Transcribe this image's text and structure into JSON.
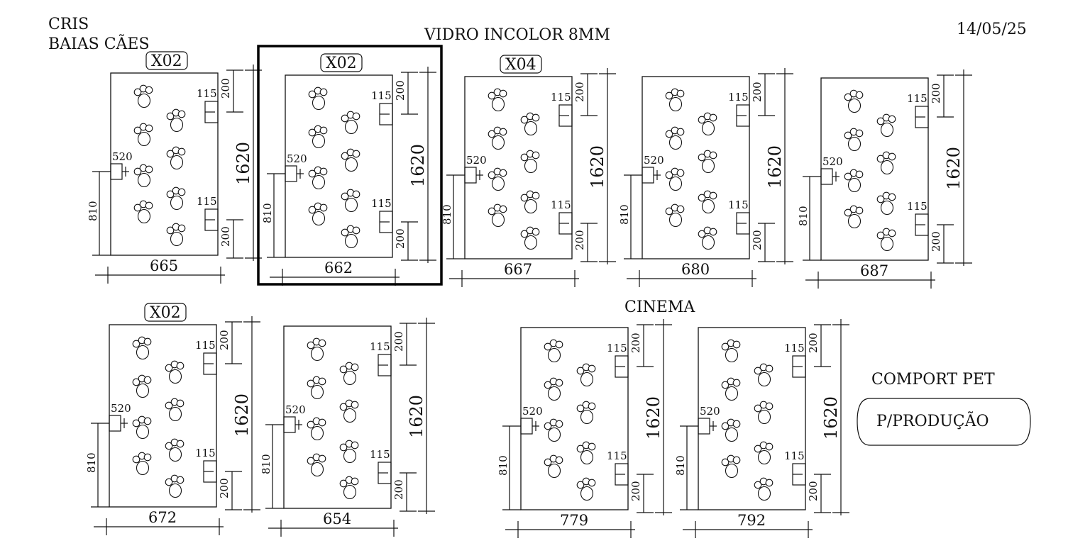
{
  "header": {
    "client": "CRIS",
    "project": "BAIAS CÃES",
    "material": "VIDRO INCOLOR 8MM",
    "date": "14/05/25"
  },
  "section_cinema": "CINEMA",
  "notes": {
    "comport": "COMPORT PET",
    "production_badge": "P/PRODUÇÃO"
  },
  "common_dims": {
    "height": "1620",
    "hinge_offset": "200",
    "hinge_width": "115",
    "latch_width": "520",
    "latch_height": "810"
  },
  "panels": [
    {
      "tag": "X02",
      "width": "665"
    },
    {
      "tag": "X02",
      "width": "662",
      "highlighted": true
    },
    {
      "tag": "X04",
      "width": "667"
    },
    {
      "tag": "",
      "width": "680"
    },
    {
      "tag": "",
      "width": "687"
    },
    {
      "tag": "X02",
      "width": "672"
    },
    {
      "tag": "",
      "width": "654"
    },
    {
      "tag": "",
      "width": "779"
    },
    {
      "tag": "",
      "width": "792"
    }
  ]
}
